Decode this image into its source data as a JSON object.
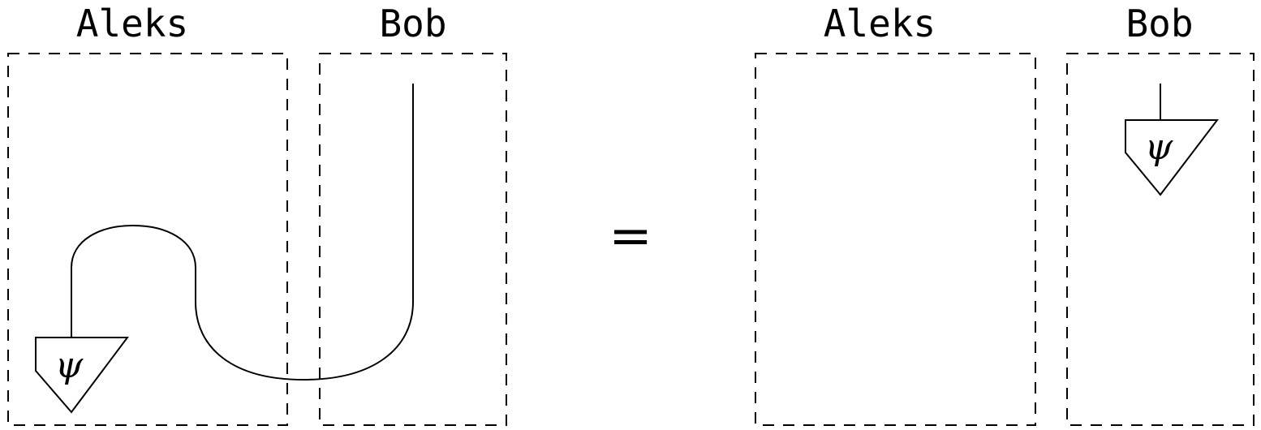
{
  "left_side": {
    "aleks_label": "Aleks",
    "bob_label": "Bob",
    "state_symbol": "ψ"
  },
  "equals_sign": "=",
  "right_side": {
    "aleks_label": "Aleks",
    "bob_label": "Bob",
    "state_symbol": "ψ"
  },
  "colors": {
    "stroke": "#000000",
    "background": "#ffffff"
  }
}
